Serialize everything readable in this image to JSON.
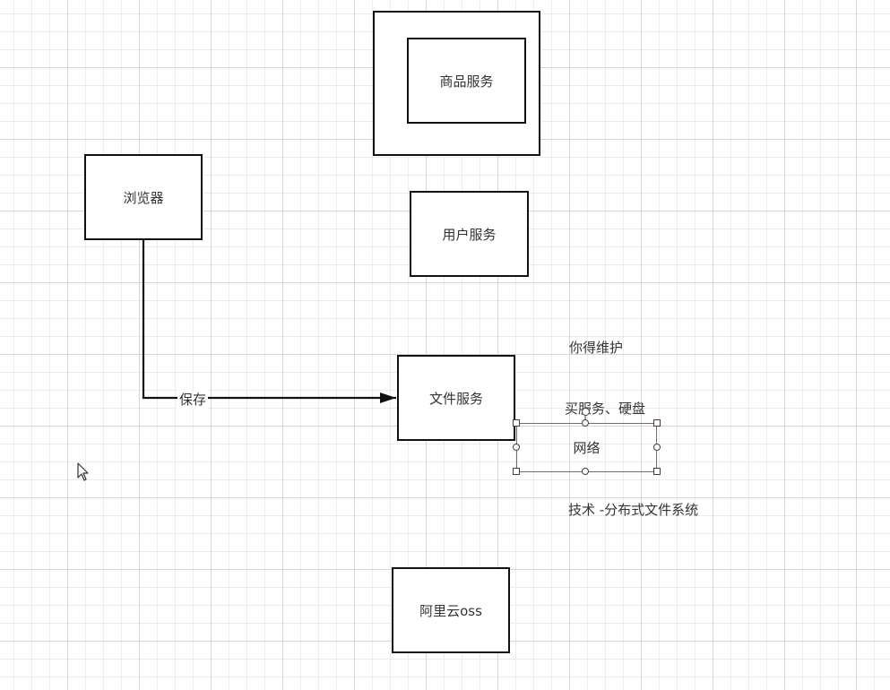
{
  "diagram": {
    "nodes": {
      "goods_service": "商品服务",
      "browser": "浏览器",
      "user_service": "用户服务",
      "file_service": "文件服务",
      "aliyun_oss": "阿里云oss"
    },
    "edges": {
      "save_label": "保存"
    },
    "notes": {
      "maintain": "你得维护",
      "buy_server_disk": "买服务、硬盘",
      "network": "网络",
      "tech_dfs": "技术 -分布式文件系统"
    }
  },
  "icons": {
    "cursor": "mouse-pointer-icon"
  }
}
